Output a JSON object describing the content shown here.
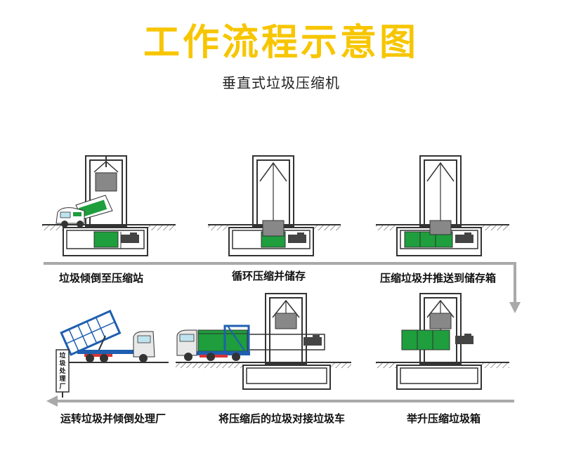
{
  "title": "工作流程示意图",
  "subtitle": "垂直式垃圾压缩机",
  "steps": {
    "s1": "垃圾倾倒至压缩站",
    "s2": "循环压缩并储存",
    "s3": "压缩垃圾并推送到储存箱",
    "s4": "举升压缩垃圾箱",
    "s5": "将压缩后的垃圾对接垃圾车",
    "s6": "运转垃圾并倾倒处理厂"
  },
  "plant_sign": "垃圾处理厂",
  "colors": {
    "title": "#f7c600",
    "container_green": "#1e9e3c",
    "truck_blue": "#1f5fb0",
    "arrow_gray": "#a9a9a9",
    "frame": "#333333"
  }
}
